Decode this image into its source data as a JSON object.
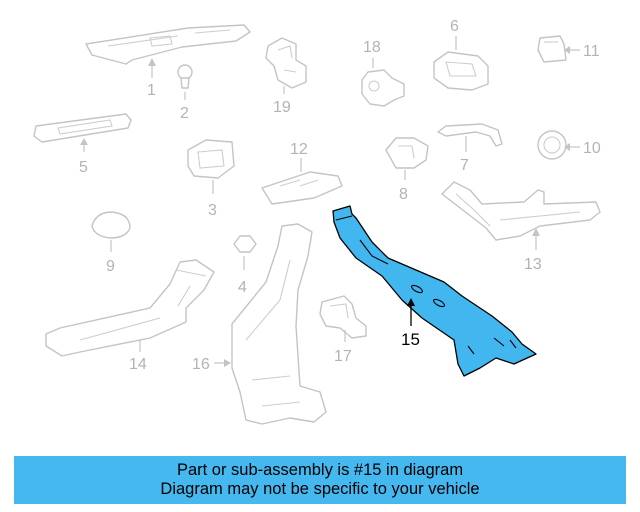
{
  "diagram": {
    "highlight_color": "#41b6ef",
    "line_color": "#c4c4c4",
    "label_color": "#b3b3b3",
    "highlighted_part": "15",
    "callouts": {
      "p1": "1",
      "p2": "2",
      "p3": "3",
      "p4": "4",
      "p5": "5",
      "p6": "6",
      "p7": "7",
      "p8": "8",
      "p9": "9",
      "p10": "10",
      "p11": "11",
      "p12": "12",
      "p13": "13",
      "p14": "14",
      "p15": "15",
      "p16": "16",
      "p17": "17",
      "p18": "18",
      "p19": "19"
    }
  },
  "banner": {
    "background": "#45b8f0",
    "line1": "Part or sub-assembly is #15 in diagram",
    "line2": "Diagram may not be specific to your vehicle"
  }
}
